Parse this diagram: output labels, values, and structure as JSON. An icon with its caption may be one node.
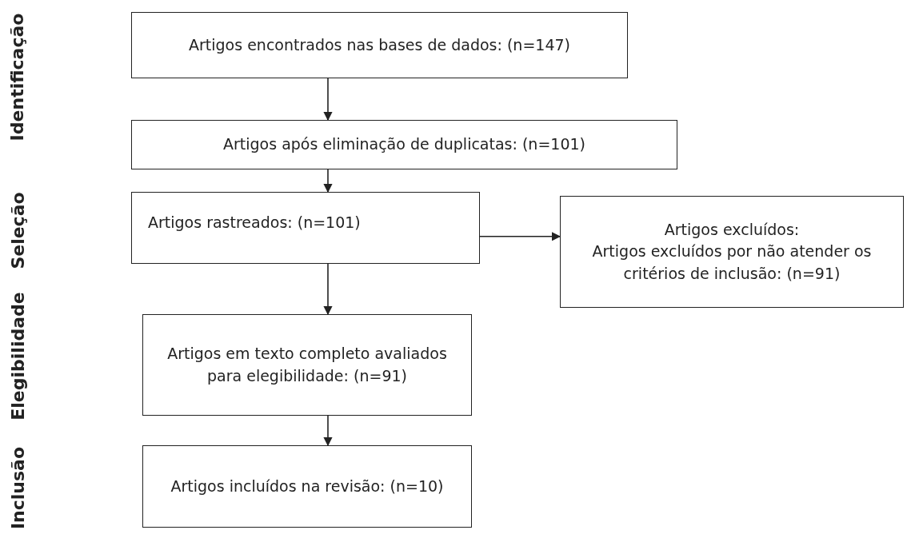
{
  "diagram": {
    "nodes": [
      {
        "text": [
          "Artigos encontrados nas bases de dados: (n=147)"
        ]
      },
      {
        "text": [
          "Artigos após eliminação de duplicatas: (n=101)"
        ]
      },
      {
        "text": [
          "Artigos rastreados: (n=101)"
        ]
      },
      {
        "text": [
          "Artigos excluídos:",
          "Artigos excluídos por não atender os critérios de inclusão: (n=91)"
        ]
      },
      {
        "text": [
          "Artigos em texto completo avaliados para elegibilidade: (n=91)"
        ]
      },
      {
        "text": [
          "Artigos incluídos na revisão: (n=10)"
        ]
      }
    ],
    "edges": [
      {
        "from": 0,
        "to": 1,
        "arrow": "to"
      },
      {
        "from": 1,
        "to": 2,
        "arrow": "to"
      },
      {
        "from": 2,
        "to": 3,
        "arrow": "to"
      },
      {
        "from": 2,
        "to": 4,
        "arrow": "to"
      },
      {
        "from": 4,
        "to": 5,
        "arrow": "to"
      }
    ],
    "labels": [
      "Identificação",
      "Seleção",
      "Elegibilidade",
      "Inclusão"
    ]
  }
}
